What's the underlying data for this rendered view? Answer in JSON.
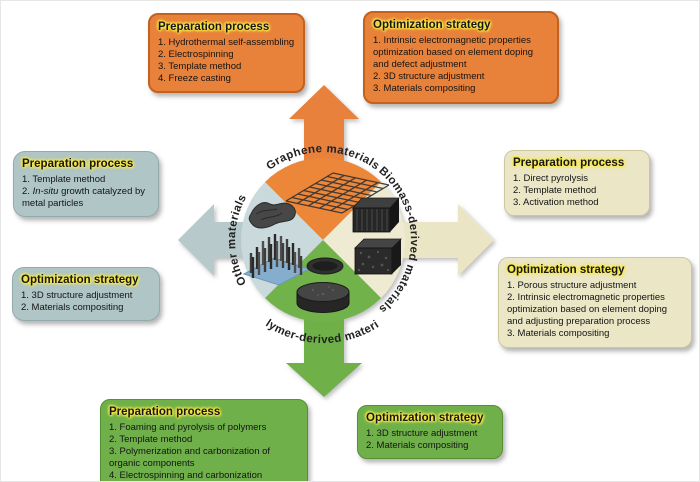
{
  "figure": {
    "type": "diagram",
    "description": "Four families of carbon materials with their preparation processes and optimization strategies arranged around a central four-quadrant circle with outward arrows"
  },
  "colors": {
    "graphene_orange": "#E8813A",
    "biomass_beige": "#EAE6C6",
    "polymer_green": "#6FB04A",
    "other_gray": "#AFC5C6",
    "quadrant_orange": "#EC8637",
    "quadrant_beige": "#EFEBD2",
    "quadrant_green": "#72B24B",
    "quadrant_gray": "#C9D9DC",
    "title_glow_yellow": "#F9E949"
  },
  "center": {
    "labels": {
      "top": "Graphene materials",
      "right": "Biomass-derived materials",
      "bottom": "Polymer-derived materials",
      "left": "Other materials"
    },
    "images": [
      "graphene-mesh-sheet",
      "carbon-ribbon",
      "carbon-nanowire-array",
      "porous-wood-derived-carbon-cube",
      "porous-carbon-cube",
      "carbon-disc",
      "carbon-foam-cylinder"
    ]
  },
  "boxes": {
    "graphene_prep": {
      "title": "Preparation process",
      "items": [
        "1. Hydrothermal self-assembling",
        "2. Electrospinning",
        "3. Template method",
        "4. Freeze casting"
      ]
    },
    "graphene_opt": {
      "title": "Optimization strategy",
      "items": [
        "1. Intrinsic electromagnetic properties optimization based on element doping and defect adjustment",
        "2. 3D structure adjustment",
        "3. Materials compositing"
      ]
    },
    "other_prep": {
      "title": "Preparation process",
      "items": [
        "1. Template method"
      ],
      "item_italic": {
        "prefix": "2. ",
        "italic": "In-situ",
        "rest": " growth catalyzed by metal particles"
      }
    },
    "other_opt": {
      "title": "Optimization strategy",
      "items": [
        "1. 3D structure adjustment",
        "2. Materials compositing"
      ]
    },
    "biomass_prep": {
      "title": "Preparation process",
      "items": [
        "1. Direct pyrolysis",
        "2. Template method",
        "3. Activation method"
      ]
    },
    "biomass_opt": {
      "title": "Optimization strategy",
      "items": [
        "1. Porous structure adjustment",
        "2. Intrinsic electromagnetic properties optimization based on element doping and adjusting preparation process",
        "3. Materials compositing"
      ]
    },
    "polymer_prep": {
      "title": "Preparation process",
      "items": [
        "1. Foaming and pyrolysis of polymers",
        "2. Template method",
        "3. Polymerization and carbonization of organic components",
        "4. Electrospinning and carbonization"
      ]
    },
    "polymer_opt": {
      "title": "Optimization strategy",
      "items": [
        "1. 3D structure adjustment",
        "2. Materials compositing"
      ]
    }
  }
}
